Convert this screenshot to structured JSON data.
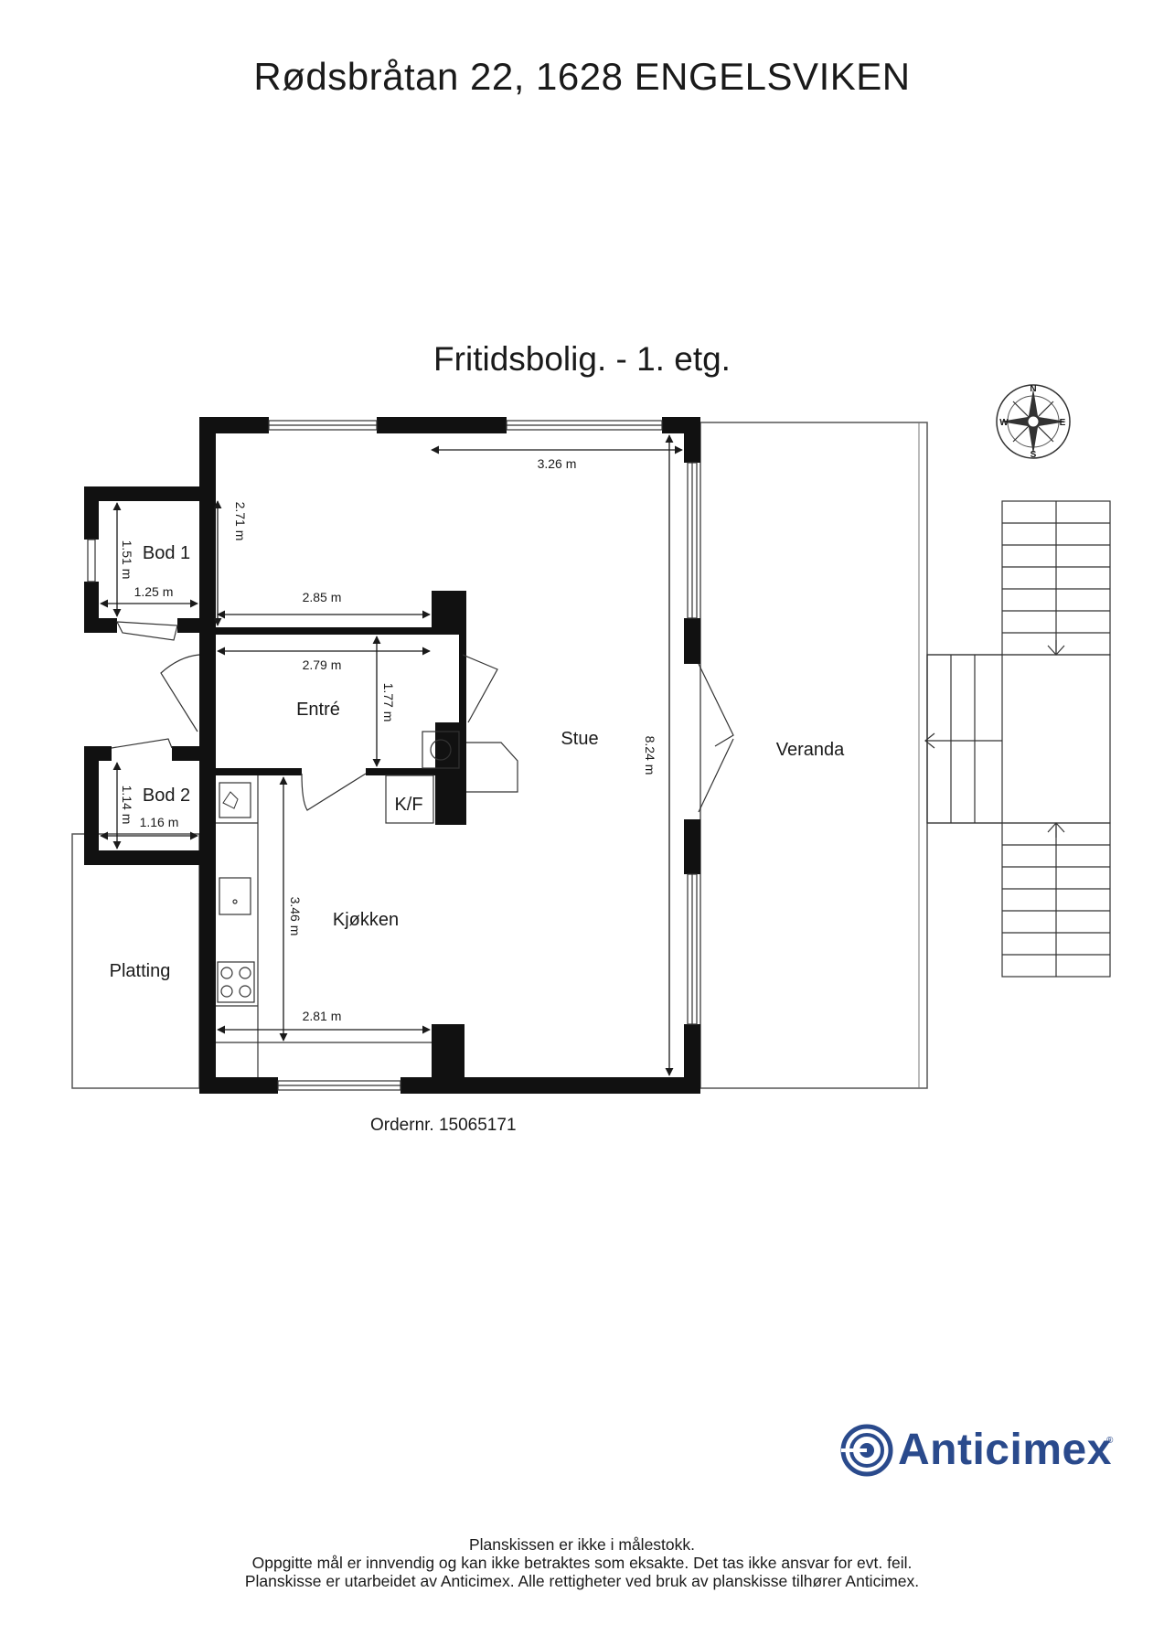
{
  "header": {
    "address": "Rødsbråtan 22, 1628 ENGELSVIKEN",
    "floor_title": "Fritidsbolig.  - 1. etg."
  },
  "rooms": {
    "stue": "Stue",
    "veranda": "Veranda",
    "bod1": "Bod 1",
    "entre": "Entré",
    "bod2": "Bod 2",
    "kf": "K/F",
    "kjokken": "Kjøkken",
    "platting": "Platting"
  },
  "dimensions": {
    "stue_width": "3.26 m",
    "stue_depth_left": "2.71 m",
    "bod1_height": "1.51 m",
    "bod1_width": "1.25 m",
    "stue_inner_width": "2.85 m",
    "entre_width": "2.79 m",
    "entre_depth": "1.77 m",
    "stue_length": "8.24 m",
    "bod2_height": "1.14 m",
    "bod2_width": "1.16 m",
    "kjokken_depth": "3.46 m",
    "kjokken_width": "2.81 m"
  },
  "compass": {
    "n": "N",
    "e": "E",
    "s": "S",
    "w": "W"
  },
  "order_number": "Ordernr. 15065171",
  "brand": {
    "name": "Anticimex",
    "color": "#2a4a8c"
  },
  "footer": {
    "line1": "Planskissen er ikke i målestokk.",
    "line2": "Oppgitte mål er innvendig og kan ikke betraktes som eksakte. Det tas ikke ansvar for evt. feil.",
    "line3": "Planskisse er utarbeidet av Anticimex. Alle rettigheter ved bruk av planskisse tilhører Anticimex."
  }
}
